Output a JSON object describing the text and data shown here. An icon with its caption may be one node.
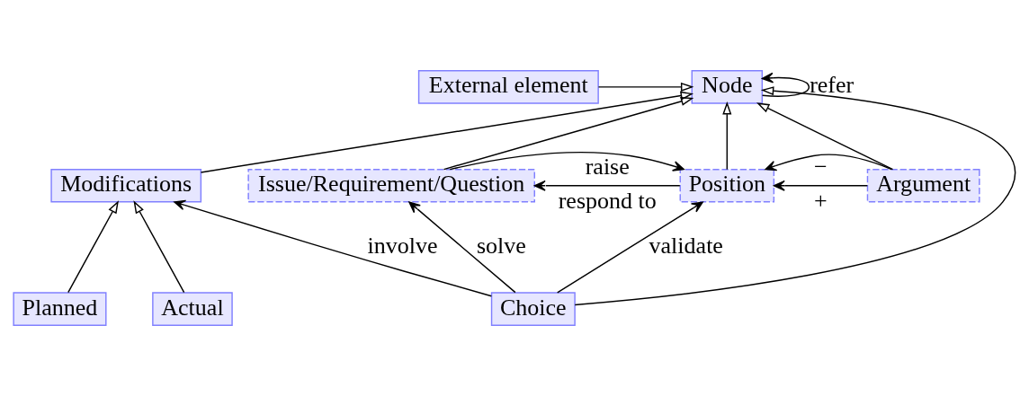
{
  "diagram": {
    "nodes": [
      {
        "text": [
          "Node"
        ]
      },
      {
        "text": [
          "External element"
        ]
      },
      {
        "text": [
          "Planned"
        ]
      },
      {
        "text": [
          "Actual"
        ]
      },
      {
        "text": [
          "Modifications"
        ]
      },
      {
        "text": [
          "Issue/Requirement/Question"
        ]
      },
      {
        "text": [
          "Position"
        ]
      },
      {
        "text": [
          "Argument"
        ]
      },
      {
        "text": [
          "Choice"
        ]
      }
    ],
    "edges": [
      {
        "from": 0,
        "to": 0,
        "arrow": "to",
        "label": "refer"
      },
      {
        "from": 1,
        "to": 0,
        "arrow": "to"
      },
      {
        "from": 2,
        "to": 4,
        "arrow": "to"
      },
      {
        "from": 3,
        "to": 4,
        "arrow": "to"
      },
      {
        "from": 4,
        "to": 0,
        "arrow": "to"
      },
      {
        "from": 5,
        "to": 0,
        "arrow": "to"
      },
      {
        "from": 6,
        "to": 0,
        "arrow": "to"
      },
      {
        "from": 7,
        "to": 0,
        "arrow": "to"
      },
      {
        "from": 8,
        "to": 0,
        "arrow": "to"
      },
      {
        "from": 5,
        "to": 6,
        "arrow": "to",
        "label": "raise"
      },
      {
        "from": 6,
        "to": 5,
        "arrow": "to",
        "label": "respond to"
      },
      {
        "from": 7,
        "to": 6,
        "arrow": "to",
        "label": "+"
      },
      {
        "from": 7,
        "to": 6,
        "arrow": "to",
        "label": "−"
      },
      {
        "from": 8,
        "to": 4,
        "arrow": "to",
        "label": "involve"
      },
      {
        "from": 8,
        "to": 5,
        "arrow": "to",
        "label": "solve"
      },
      {
        "from": 8,
        "to": 6,
        "arrow": "to",
        "label": "validate"
      }
    ]
  }
}
